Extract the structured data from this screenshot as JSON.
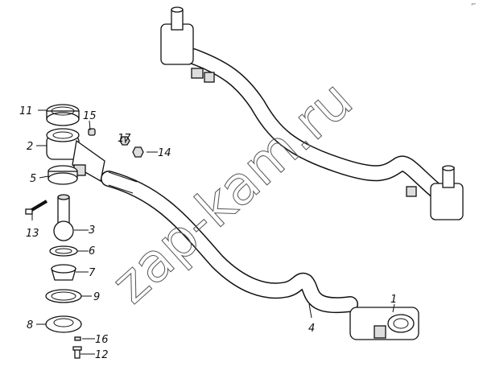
{
  "diagram": {
    "watermark": "zap-kam.ru",
    "corner_mark": "⌐",
    "callouts": {
      "p1": "1",
      "p2": "2",
      "p3": "3",
      "p4": "4",
      "p5": "5",
      "p6": "6",
      "p7": "7",
      "p8": "8",
      "p9": "9",
      "p11": "11",
      "p12": "12",
      "p13": "13",
      "p14": "14",
      "p15": "15",
      "p16": "16",
      "p17": "17"
    }
  }
}
